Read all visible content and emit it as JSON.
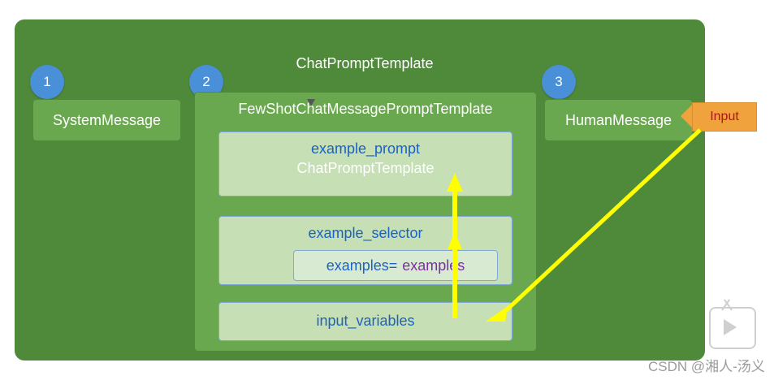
{
  "diagram": {
    "title": "ChatPromptTemplate",
    "badges": [
      {
        "label": "1"
      },
      {
        "label": "2"
      },
      {
        "label": "3"
      }
    ],
    "system_message": "SystemMessage",
    "human_message": "HumanMessage",
    "fewshot_title": "FewShotChatMessagePromptTemplate",
    "example_prompt": {
      "name": "example_prompt",
      "type": "ChatPromptTemplate"
    },
    "example_selector": {
      "name": "example_selector",
      "examples_key": "examples=",
      "examples_value": "examples"
    },
    "input_variables": "input_variables",
    "input_callout": "Input",
    "watermark": "CSDN @湘人-汤义",
    "colors": {
      "canvas_green": "#4f8a3a",
      "box_green": "#6aa84f",
      "inner_light": "#c6dfb4",
      "inner_lighter": "#d9ead3",
      "badge_blue": "#4a90d9",
      "label_blue": "#1a62c4",
      "label_purple": "#7b2fa0",
      "arrow_yellow": "#ffff00",
      "callout_orange": "#f0a33c",
      "callout_text_red": "#b01515"
    },
    "icons": {
      "video": "video-play-icon",
      "cursor": "mouse-cursor-icon"
    }
  }
}
